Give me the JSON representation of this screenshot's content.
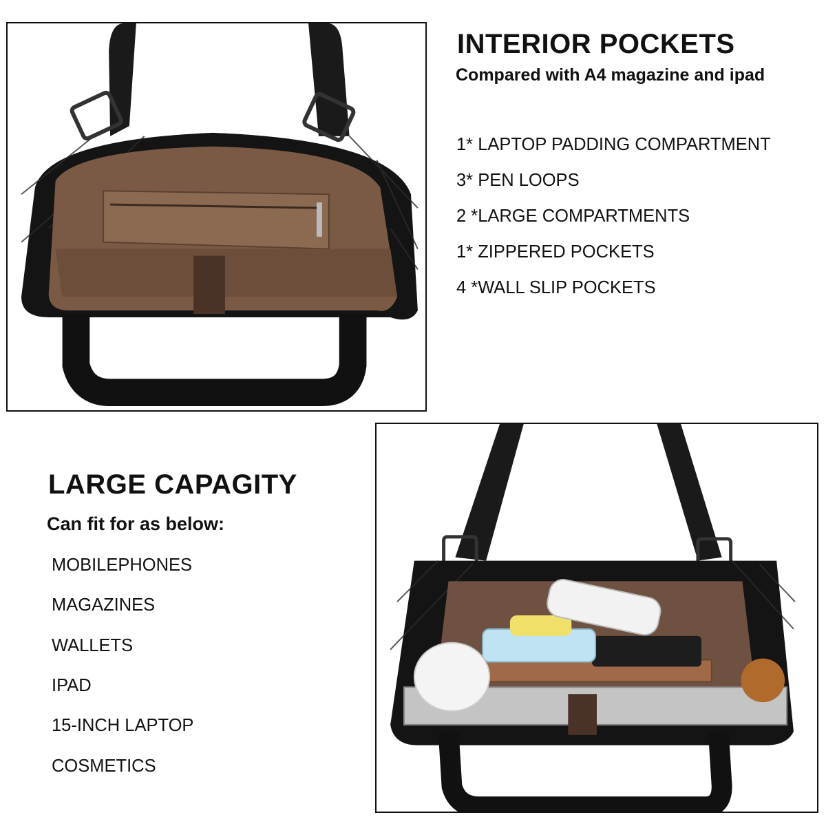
{
  "interior": {
    "title": "INTERIOR POCKETS",
    "subtitle": "Compared with A4 magazine and ipad",
    "items": [
      "1* LAPTOP PADDING COMPARTMENT",
      "3* PEN LOOPS",
      "2 *LARGE COMPARTMENTS",
      "1* ZIPPERED POCKETS",
      "4 *WALL SLIP POCKETS"
    ]
  },
  "capacity": {
    "title": "LARGE CAPAGITY",
    "subtitle": "Can fit for as below:",
    "items": [
      "MOBILEPHONES",
      "MAGAZINES",
      "WALLETS",
      "IPAD",
      "15-INCH LAPTOP",
      "COSMETICS"
    ]
  },
  "colors": {
    "bag_black": "#141414",
    "lining_brown": "#7a5a44",
    "frame_border": "#111111"
  }
}
